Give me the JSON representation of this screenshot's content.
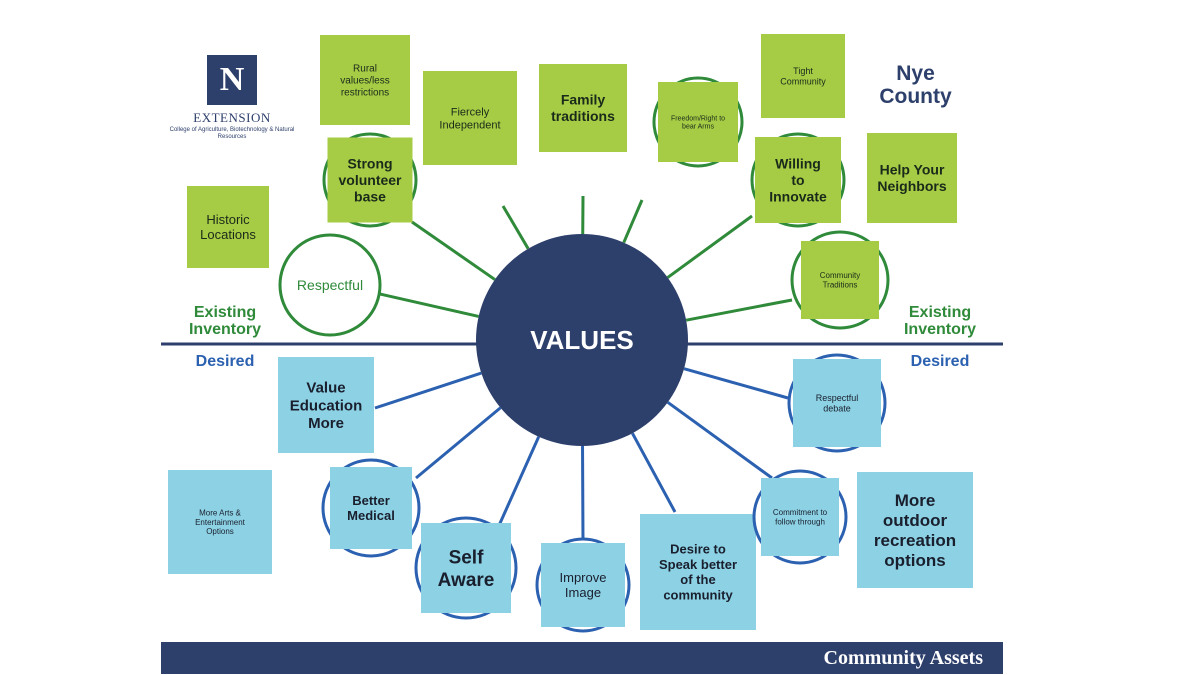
{
  "logo": {
    "letter": "N",
    "name": "EXTENSION",
    "subtitle": "College of Agriculture, Biotechnology & Natural Resources"
  },
  "county_title": "Nye County",
  "center_label": "VALUES",
  "labels": {
    "existing_left": "Existing Inventory",
    "existing_right": "Existing Inventory",
    "desired_left": "Desired",
    "desired_right": "Desired"
  },
  "footer_title": "Community Assets",
  "colors": {
    "navy": "#2d3f6b",
    "green_box": "#a6cc45",
    "green_ring": "#2f8a3a",
    "blue_box": "#8cd2e4",
    "blue_ring": "#2b61b0"
  },
  "existing_nodes": [
    {
      "label": "Rural values/less restrictions"
    },
    {
      "label": "Strong volunteer base"
    },
    {
      "label": "Fiercely Independent"
    },
    {
      "label": "Family traditions"
    },
    {
      "label": "Freedom/Right to bear Arms"
    },
    {
      "label": "Tight Community"
    },
    {
      "label": "Willing to Innovate"
    },
    {
      "label": "Help Your Neighbors"
    },
    {
      "label": "Historic Locations"
    },
    {
      "label": "Respectful"
    },
    {
      "label": "Community Traditions"
    }
  ],
  "desired_nodes": [
    {
      "label": "Value Education More"
    },
    {
      "label": "More Arts & Entertainment Options"
    },
    {
      "label": "Better Medical"
    },
    {
      "label": "Self Aware"
    },
    {
      "label": "Improve Image"
    },
    {
      "label": "Desire to Speak better of the community"
    },
    {
      "label": "Respectful debate"
    },
    {
      "label": "Commitment to follow through"
    },
    {
      "label": "More outdoor recreation options"
    }
  ]
}
